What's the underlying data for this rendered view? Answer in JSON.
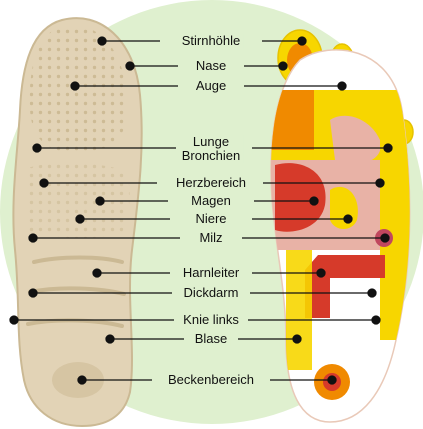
{
  "colors": {
    "background_circle": "#dff0cf",
    "insole": "#e2d3b6",
    "foot_base": "#ffffff",
    "yellow_zone": "#f7d600",
    "orange_zone": "#f08a00",
    "red_zone": "#d63a2a",
    "pink_zone": "#e8b2a6",
    "marker": "#111111"
  },
  "labels": {
    "stirnhoehle": "Stirnhöhle",
    "nase": "Nase",
    "auge": "Auge",
    "lunge": "Lunge",
    "bronchien": "Bronchien",
    "herzbereich": "Herzbereich",
    "magen": "Magen",
    "niere": "Niere",
    "milz": "Milz",
    "harnleiter": "Harnleiter",
    "dickdarm": "Dickdarm",
    "knie_links": "Knie links",
    "blase": "Blase",
    "beckenbereich": "Beckenbereich"
  }
}
